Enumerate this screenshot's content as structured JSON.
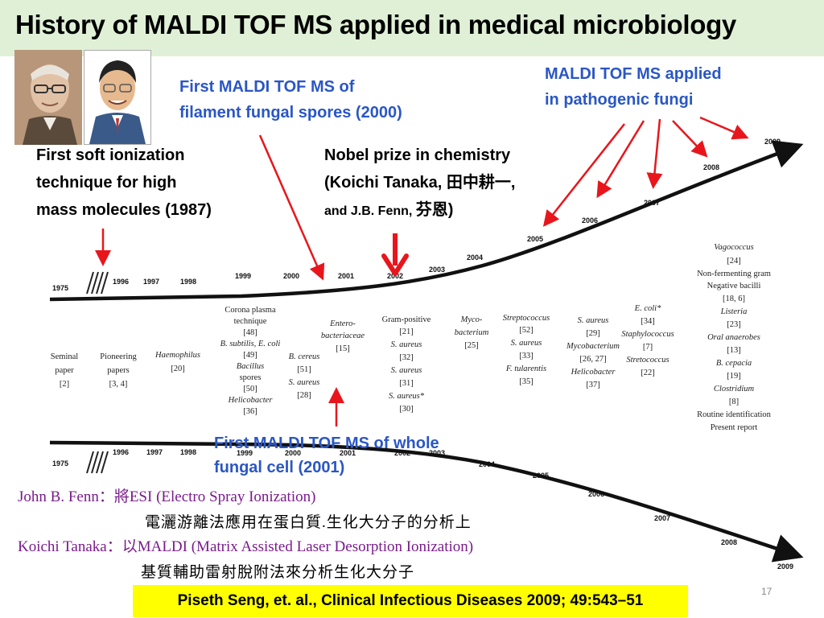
{
  "slide": {
    "title": "History of MALDI TOF MS applied in medical microbiology",
    "page_number": "17"
  },
  "callouts": {
    "soft_ionization": [
      "First soft ionization",
      "technique for high",
      "mass molecules (1987)"
    ],
    "filament_spores": [
      "First MALDI TOF MS of",
      "filament fungal spores (2000)"
    ],
    "nobel": {
      "line1": "Nobel prize in chemistry",
      "line2": "(Koichi Tanaka, 田中耕一,",
      "line3_small": "and J.B. Fenn, ",
      "line3_rest": "芬恩)"
    },
    "pathogenic_fungi": [
      "MALDI TOF MS applied",
      "in pathogenic fungi"
    ],
    "whole_cell": [
      "First MALDI TOF MS of whole",
      "fungal cell (2001)"
    ]
  },
  "timeline": {
    "top_years": [
      "1975",
      "1996",
      "1997",
      "1998",
      "1999",
      "2000",
      "2001",
      "2002",
      "2003",
      "2004",
      "2005",
      "2006",
      "2007",
      "2008",
      "2009"
    ],
    "bottom_years": [
      "1975",
      "1996",
      "1997",
      "1998",
      "1999",
      "2000",
      "2001",
      "2002",
      "2003",
      "2004",
      "2005",
      "2006",
      "2007",
      "2008",
      "2009"
    ],
    "entries": {
      "seminal": [
        "Seminal",
        "paper",
        "[2]"
      ],
      "pioneering": [
        "Pioneering",
        "papers",
        "[3, 4]"
      ],
      "haemophilus": [
        "Haemophilus",
        "[20]"
      ],
      "corona": [
        "Corona plasma",
        "technique",
        "[48]",
        "B. subtilis, E. coli",
        "[49]",
        "Bacillus",
        "spores",
        "[50]",
        "Helicobacter",
        "[36]"
      ],
      "bcereus": [
        "B. cereus",
        "[51]",
        "S. aureus",
        "[28]"
      ],
      "entero": [
        "Entero-",
        "bacteriaceae",
        "[15]"
      ],
      "grampos": [
        "Gram-positive",
        "[21]",
        "S. aureus",
        "[32]",
        "S. aureus",
        "[31]",
        "S. aureus*",
        "[30]"
      ],
      "myco": [
        "Myco-",
        "bacterium",
        "[25]"
      ],
      "strepto": [
        "Streptococcus",
        "[52]",
        "S. aureus",
        "[33]",
        "F. tularentis",
        "[35]"
      ],
      "saureus2006": [
        "S. aureus",
        "[29]",
        "Mycobacterium",
        "[26, 27]",
        "Helicobacter",
        "[37]"
      ],
      "ecoli": [
        "E. coli*",
        "[34]",
        "Staphylococcus",
        "[7]",
        "Stretococcus",
        "[22]"
      ],
      "right": [
        "Vagococcus",
        "[24]",
        "Non-fermenting gram",
        "Negative bacilli",
        "[18, 6]",
        "Listeria",
        "[23]",
        "Oral anaerobes",
        "[13]",
        "B. cepacia",
        "[19]",
        "Clostridium",
        "[8]",
        "Routine identification",
        "Present report"
      ]
    }
  },
  "notes": {
    "fenn_line": "John B. Fenn：將ESI (Electro Spray Ionization)",
    "fenn_line2": "電灑游離法應用在蛋白質.生化大分子的分析上",
    "tanaka_line": "Koichi Tanaka：以MALDI (Matrix Assisted Laser Desorption Ionization)",
    "tanaka_line2": "基質輔助雷射脫附法來分析生化大分子"
  },
  "citation": "Piseth Seng, et. al., Clinical Infectious Diseases 2009; 49:543–51",
  "colors": {
    "title_bar": "#dff0d6",
    "callout_blue": "#2a56c6",
    "arrow_red": "#e8161c",
    "note_purple": "#7a1a8c",
    "citation_bg": "#ffff00"
  }
}
